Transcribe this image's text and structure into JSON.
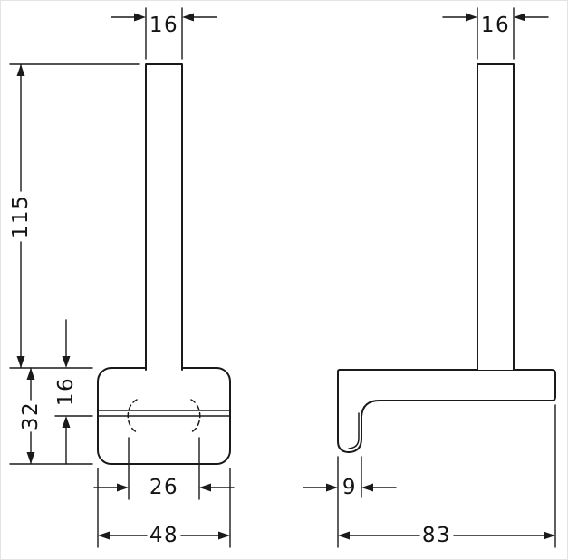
{
  "dims": {
    "front": {
      "bar_width": "16",
      "height": "115",
      "body_height": "32",
      "seam_offset": "16",
      "clamp_spacing": "26",
      "body_width": "48"
    },
    "side": {
      "bar_width": "16",
      "foot_depth": "9",
      "depth": "83"
    }
  },
  "colors": {
    "line": "#1a1a1a",
    "background": "#ffffff"
  }
}
